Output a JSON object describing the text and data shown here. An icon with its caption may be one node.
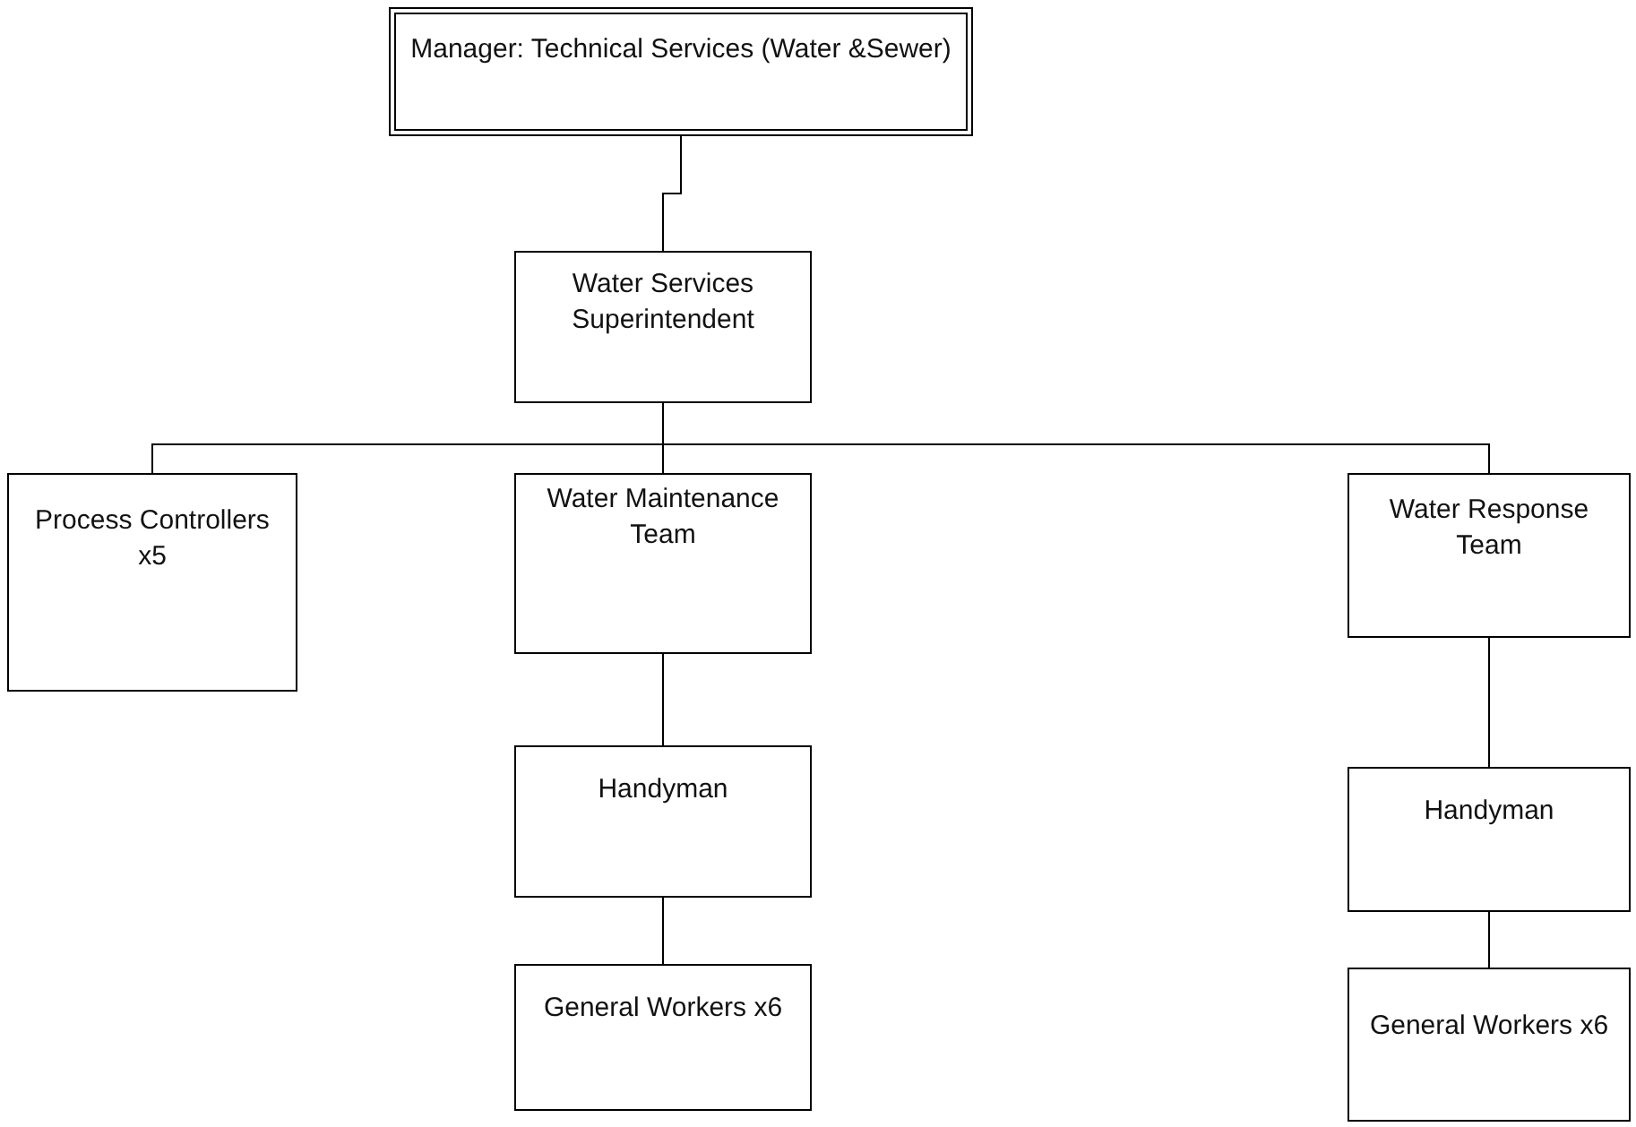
{
  "diagram": {
    "nodes": [
      {
        "text": [
          "Manager: Technical Services (Water &Sewer)"
        ]
      },
      {
        "text": [
          "Water Services Superintendent"
        ]
      },
      {
        "text": [
          "Process Controllers x5"
        ]
      },
      {
        "text": [
          "Water Maintenance Team"
        ]
      },
      {
        "text": [
          "Water Response Team"
        ]
      },
      {
        "text": [
          "Handyman"
        ]
      },
      {
        "text": [
          "General Workers x6"
        ]
      },
      {
        "text": [
          "Handyman"
        ]
      },
      {
        "text": [
          "General Workers x6"
        ]
      }
    ],
    "edges": [
      {
        "from": 0,
        "to": 1,
        "arrow": "none"
      },
      {
        "from": 1,
        "to": 2,
        "arrow": "none"
      },
      {
        "from": 1,
        "to": 3,
        "arrow": "none"
      },
      {
        "from": 1,
        "to": 4,
        "arrow": "none"
      },
      {
        "from": 3,
        "to": 5,
        "arrow": "none"
      },
      {
        "from": 5,
        "to": 6,
        "arrow": "none"
      },
      {
        "from": 4,
        "to": 7,
        "arrow": "none"
      },
      {
        "from": 7,
        "to": 8,
        "arrow": "none"
      }
    ]
  }
}
